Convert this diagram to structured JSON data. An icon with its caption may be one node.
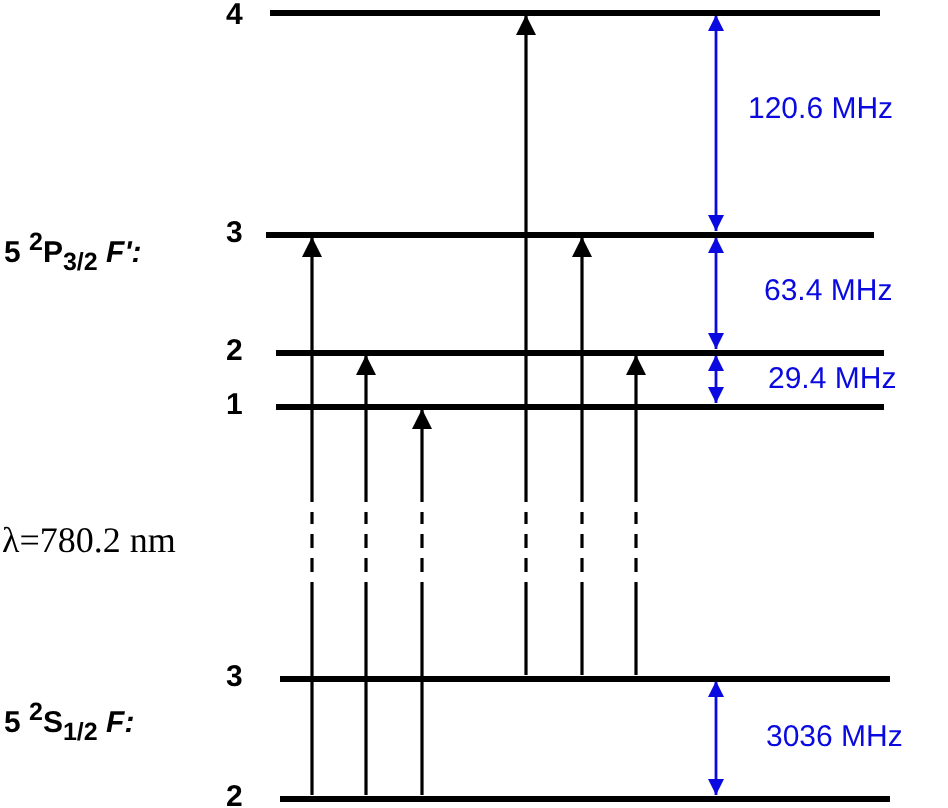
{
  "diagram": {
    "nodes": [
      {
        "text": [
          "4"
        ]
      },
      {
        "text": [
          "3"
        ]
      },
      {
        "text": [
          "2"
        ]
      },
      {
        "text": [
          "1"
        ]
      },
      {
        "text": [
          "3"
        ]
      },
      {
        "text": [
          "2"
        ]
      }
    ],
    "edges": [
      {
        "from": 5,
        "to": 1,
        "arrow": "to"
      },
      {
        "from": 5,
        "to": 2,
        "arrow": "to"
      },
      {
        "from": 5,
        "to": 3,
        "arrow": "to"
      },
      {
        "from": 4,
        "to": 0,
        "arrow": "to"
      },
      {
        "from": 4,
        "to": 1,
        "arrow": "to"
      },
      {
        "from": 4,
        "to": 2,
        "arrow": "to"
      },
      {
        "from": 0,
        "to": 1,
        "arrow": "both",
        "label": "120.6 MHz",
        "color": "#0a0ae0"
      },
      {
        "from": 1,
        "to": 2,
        "arrow": "both",
        "label": "63.4 MHz",
        "color": "#0a0ae0"
      },
      {
        "from": 2,
        "to": 3,
        "arrow": "both",
        "label": "29.4 MHz",
        "color": "#0a0ae0"
      },
      {
        "from": 4,
        "to": 5,
        "arrow": "both",
        "label": "3036 MHz",
        "color": "#0a0ae0"
      }
    ],
    "labels": [
      "5 $^{2}$P$_{3/2}$ *F':*",
      "λ=780.2 nm",
      "5 $^{2}$S$_{1/2}$ *F:*"
    ]
  }
}
